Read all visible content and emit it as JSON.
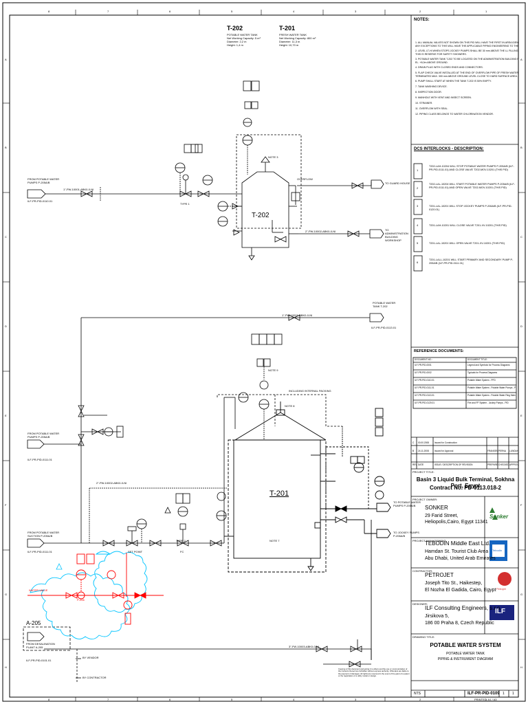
{
  "border": {
    "columns_top": [
      "8",
      "7",
      "6",
      "5",
      "4",
      "3",
      "2",
      "1"
    ],
    "columns_bottom": [
      "8",
      "7",
      "6",
      "5",
      "4",
      "3",
      "2",
      "1"
    ],
    "rows_left": [
      "A",
      "B",
      "C",
      "D",
      "E",
      "F",
      "G",
      "H"
    ],
    "rows_right": [
      "A",
      "B",
      "C",
      "D",
      "E",
      "F",
      "G",
      "H"
    ]
  },
  "tanks": {
    "t202": {
      "header": "T-202",
      "spec": [
        "POTABLE WATER TANK",
        "Net Working Capacity: 5 m³",
        "Diameter: 2,2 m",
        "Height: 1,4 m"
      ],
      "label": "T-202"
    },
    "t201": {
      "header": "T-201",
      "spec": [
        "FRESH WATER TANK",
        "Net Working Capacity: 800 m³",
        "Diameter: 11,3 m",
        "Height: 10,70 m"
      ],
      "label": "T-201"
    }
  },
  "flow_labels": {
    "from_potable_top": [
      "FROM POTABLE WATER",
      "PUMPS P-205A/B"
    ],
    "from_potable_top_ref": "ILF-PR-PID-0110.01",
    "overflow": "OVERFLOW",
    "to_guard_house": "TO GUARD HOUSE",
    "to_admin": [
      "TO ADMINISTRATION",
      "BUILDING",
      "WORKSHOP"
    ],
    "potable_water_tank_header": [
      "POTABLE WATER",
      "TANK T-202"
    ],
    "potable_water_ref": "ILF-PR-PID-0113.01",
    "from_potable_mid": [
      "FROM POTABLE WATER",
      "PUMPS P-205A/B"
    ],
    "from_potable_mid_ref": "ILF-PR-PID-0111.01",
    "from_potable_suction": [
      "FROM POTABLE WATER",
      "SUCTION P-205A/B"
    ],
    "from_potable_suction_ref": "ILF-PR-PID-0111.01",
    "to_potable_pumps": [
      "TO POTABLE WATER",
      "PUMPS P-205A/B"
    ],
    "to_jockey_pumps": [
      "TO JOCKEY PUMPS",
      "P-206A/B"
    ],
    "including_internal_packing": "INCLUDING INTERNAL PACKING",
    "a205": "A-205",
    "from_desal": [
      "FROM DESALINATION",
      "PLANT A-205"
    ],
    "from_desal_ref": "ILF-PR-PID-0101.01",
    "by_vendor": "BY VENDOR",
    "by_contractor": "BY CONTRACTOR",
    "water_valve": "WATER VALVE",
    "p206": "P-206",
    "type1": "TYPE 1",
    "type2": "TYPE 2",
    "set_point": "SET POINT",
    "fc": "FC",
    "note7": "NOTE 7",
    "note3": "NOTE 3",
    "note8": "NOTE 8",
    "note9": "NOTE 9",
    "line_top": "1\"-PW-10001-ABK0-0-NI",
    "line_mid": "2\"-PW-10002-ABK0-0-NI",
    "line_bot": "3\"-FW-10003-ABK0-0-NI"
  },
  "notes": {
    "title": "NOTES:",
    "items": [
      "1. ALL MANUAL VALVES NOT SHOWN ON THIS PID WILL HAVE THE FIRST IN AREA IDENTIFIER SIZE.",
      "   ANY EXCEPTIONS TO THIS WILL HAVE THE APPLICABLE PIPING ENGINEERING TO THE TAG.",
      "2. LEVEL LT-HI WHEN STOPS JOCKEY PUMPS SHALL BE 30 mm ABOVE THE LL FILLING LEVEL.",
      "   THIS IS RESERVE FOR SAFETY SHOWERS.",
      "3. POTABLE WATER TANK T-202 TO BE LOCATED ON THE ADMINISTRATION BUILDING ROOF,",
      "   EL. +8,0m ABOVE GROUND.",
      "4. DRAIN PLUG WITH CLOSED ENDS AND CONNECTORS.",
      "5. FLAP CHECK VALVE INSTALLED AT THE END OF OVERFLOW PIPE OF FRESH WATER TANK T-201",
      "   TERMINATED MAX. 300 mm ABOVE GROUND LEVEL CLOSE TO HARD SURFACE AREA.",
      "6. PUMP SHALL START AT WHEN THE TANK T-202 IS 50% EMPTY.",
      "7. TANK WASHING DEVICE.",
      "8. INSPECTION DOOR.",
      "9. MANHOLE WITH VENT AND INSECT SCREEN.",
      "10. STRAINER.",
      "11. OVERFLOW WITH SEAL.",
      "12. PIPING CLASS BELONGS TO WATER CHLORINATION VENDOR."
    ]
  },
  "dcs": {
    "title": "DCS INTERLOCKS - DESCRIPTION:",
    "items": [
      {
        "tag": "1",
        "text": "T202-LAH-10204 WILL STOP POTABLE WATER PUMPS P-205A/B (ILF-PR-PID-0111.01) AND CLOSE VALVE T202-MOV-10201 (THIS PID)"
      },
      {
        "tag": "2",
        "text": "T202-LAL-10204 WILL START POTABLE WATER PUMPS P-205A/B (ILF-PR-PID-0111.01) AND OPEN VALVE T202-MOV-10201 (THIS PID)"
      },
      {
        "tag": "3",
        "text": "T201-LAL-10201 WILL STOP JOCKEY PUMPS P-206A/B (ILF-PR-PID-0120.01)"
      },
      {
        "tag": "4",
        "text": "T201-LAH-10201 WILL CLOSE VALVE T201-XV-10201 (THIS PID)"
      },
      {
        "tag": "5",
        "text": "T201-LAL-10201 WILL OPEN VALVE T201-XV-10201 (THIS PID)"
      },
      {
        "tag": "6",
        "text": "T201-LALL-10201 WILL START PRIMARY AND SECONDARY PUMP P-205A/B (ILF-PR-PID-0111.01)"
      }
    ]
  },
  "reference": {
    "title": "REFERENCE DOCUMENTS:",
    "headers": [
      "DOCUMENT NO.:",
      "DOCUMENT TITLE:"
    ],
    "rows": [
      [
        "ILF-PR-PID-0001",
        "Legend and Symbols for Process Diagrams"
      ],
      [
        "ILF-PR-PID-0002",
        "Typicals for Process Diagrams"
      ],
      [
        "ILF-PR-PID-0110.01",
        "Potable Water System - PFD"
      ],
      [
        "ILF-PR-PID-0111.01",
        "Potable Water System - Potable Water Pumps - PID"
      ],
      [
        "ILF-PR-PID-0113.01",
        "Potable Water System - Potable Water Ring Main - PID"
      ],
      [
        "ILF-PR-PID-0120.01",
        "Fire and FF System - Jockey Pumps - PID"
      ]
    ]
  },
  "revisions": {
    "rows": [
      [
        "C",
        "00.00.2008",
        "Issued for Construction",
        "",
        "",
        ""
      ],
      [
        "B",
        "24.11.2008",
        "Issued for Approval",
        "FRANSEN",
        "PERNA",
        "LUNDAHL"
      ],
      [
        "REV",
        "DATE",
        "ISSUE / DESCRIPTION OF REVISION",
        "PREPARED",
        "CHECKED",
        "APPROVED"
      ]
    ]
  },
  "project": {
    "label": "PROJECT TITLE:",
    "line1": "Basin 3 Liquid Bulk Terminal, Sokhna Port, Egypt",
    "line2": "Contract No. PD-0113.018-2"
  },
  "companies": [
    {
      "role": "PROJECT OWNER:",
      "name": "SONKER",
      "lines": [
        "29 Farid Street,",
        "Heliopolis,Cairo, Egypt 11341"
      ],
      "logo": "Sonker"
    },
    {
      "role": "PROJECT MANAGEMENT:",
      "name": "TEBODIN Middle East Ltd.",
      "lines": [
        "Hamdan St. Tourist Club Area",
        "Abu Dhabi, United Arab Emirates"
      ],
      "logo": "Tebodin"
    },
    {
      "role": "CONTRACTOR:",
      "name": "PETROJET",
      "lines": [
        "Joseph Tito St., Haikestep,",
        "El Nozha El Gadida, Cairo, Egypt"
      ],
      "logo": "Petrojet"
    },
    {
      "role": "DESIGNER:",
      "name": "ILF Consulting Engineers, s.r.o.",
      "lines": [
        "Jirsikova 5,",
        "186 00 Praha 8, Czech Republic"
      ],
      "logo": "ILF"
    }
  ],
  "drawing": {
    "label": "DRAWING TITLE:",
    "title": "POTABLE WATER SYSTEM",
    "sub1": "POTABLE WATER TANK",
    "sub2": "PIPING & INSTRUMENT DIAGRAM",
    "scale": "NTS",
    "number": "ILF-PR-PID-0109",
    "sheet": "1",
    "of": "1",
    "footer": "PRINTED: A1 / A3"
  },
  "copyright": "Copying of this document and giving it to others and the use or communication of the contents thereof are forbidden without express authority. Offenders are liable to the payment of damages. All rights are reserved in the event of the grant of a patent or the registration of a utility model or design."
}
